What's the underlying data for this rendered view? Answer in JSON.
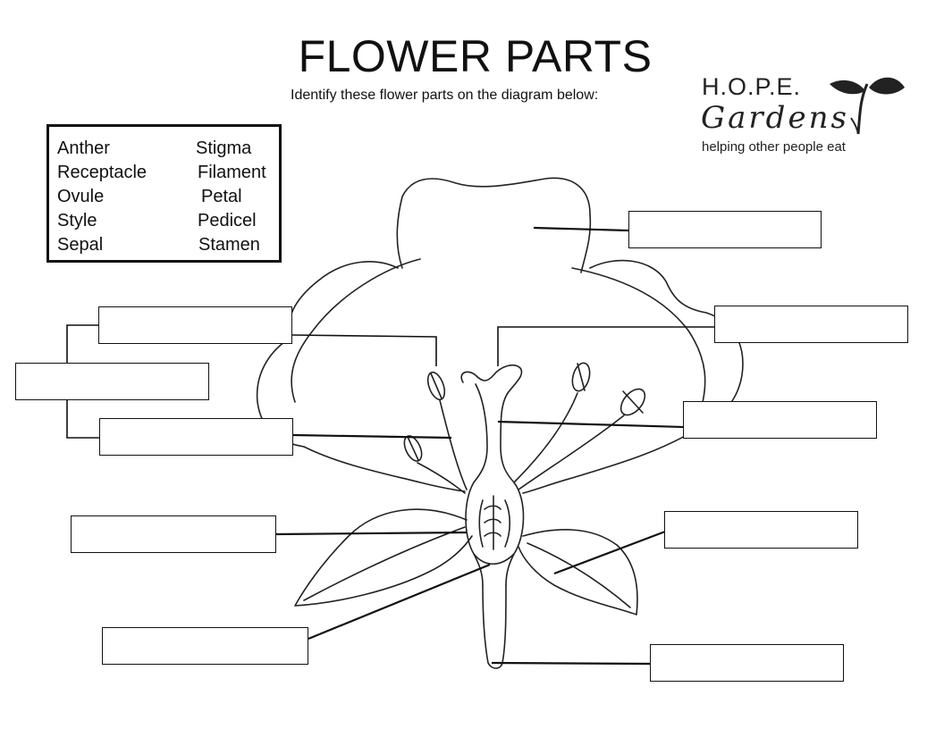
{
  "header": {
    "title": "FLOWER PARTS",
    "subtitle": "Identify these flower parts on the diagram below:"
  },
  "logo": {
    "line1": "H.O.P.E.",
    "line2": "Gardens",
    "tagline": "helping other people eat"
  },
  "word_bank": {
    "left_column": [
      "Anther",
      "Receptacle",
      "Ovule",
      "Style",
      "Sepal"
    ],
    "right_column": [
      "Stigma",
      "Filament",
      "Petal",
      "Pedicel",
      "Stamen"
    ]
  },
  "answer_boxes": [
    {
      "id": "box-petal-right",
      "value": ""
    },
    {
      "id": "box-upper-left",
      "value": ""
    },
    {
      "id": "box-stamen-group",
      "value": ""
    },
    {
      "id": "box-lower-left",
      "value": ""
    },
    {
      "id": "box-right-stigma",
      "value": ""
    },
    {
      "id": "box-right-style",
      "value": ""
    },
    {
      "id": "box-left-ovary",
      "value": ""
    },
    {
      "id": "box-right-sepal",
      "value": ""
    },
    {
      "id": "box-left-receptacle",
      "value": ""
    },
    {
      "id": "box-bottom-pedicel",
      "value": ""
    }
  ]
}
